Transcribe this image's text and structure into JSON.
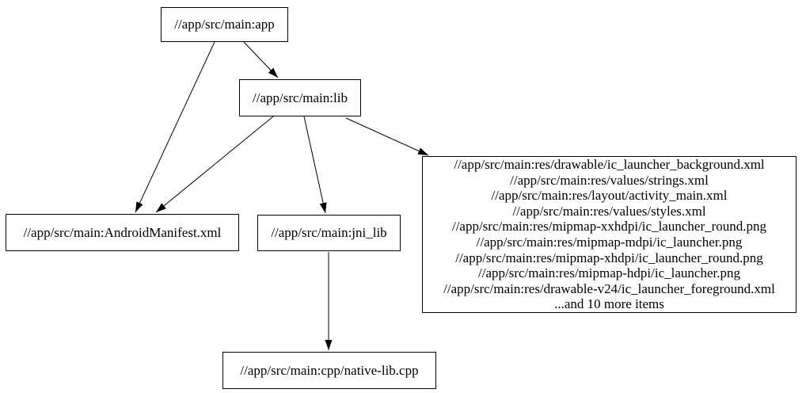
{
  "graph": {
    "nodes": {
      "app": {
        "label": "//app/src/main:app"
      },
      "lib": {
        "label": "//app/src/main:lib"
      },
      "manifest": {
        "label": "//app/src/main:AndroidManifest.xml"
      },
      "jni_lib": {
        "label": "//app/src/main:jni_lib"
      },
      "res": {
        "lines": [
          "//app/src/main:res/drawable/ic_launcher_background.xml",
          "//app/src/main:res/values/strings.xml",
          "//app/src/main:res/layout/activity_main.xml",
          "//app/src/main:res/values/styles.xml",
          "//app/src/main:res/mipmap-xxhdpi/ic_launcher_round.png",
          "//app/src/main:res/mipmap-mdpi/ic_launcher.png",
          "//app/src/main:res/mipmap-xhdpi/ic_launcher_round.png",
          "//app/src/main:res/mipmap-hdpi/ic_launcher.png",
          "//app/src/main:res/drawable-v24/ic_launcher_foreground.xml",
          "...and 10 more items"
        ]
      },
      "native": {
        "label": "//app/src/main:cpp/native-lib.cpp"
      }
    },
    "edges": [
      {
        "from": "app",
        "to": "lib"
      },
      {
        "from": "app",
        "to": "manifest"
      },
      {
        "from": "lib",
        "to": "manifest"
      },
      {
        "from": "lib",
        "to": "jni_lib"
      },
      {
        "from": "lib",
        "to": "res"
      },
      {
        "from": "jni_lib",
        "to": "native"
      }
    ],
    "colors": {
      "background": "#ffffff",
      "node_border": "#000000",
      "edge": "#000000",
      "text": "#000000"
    }
  }
}
